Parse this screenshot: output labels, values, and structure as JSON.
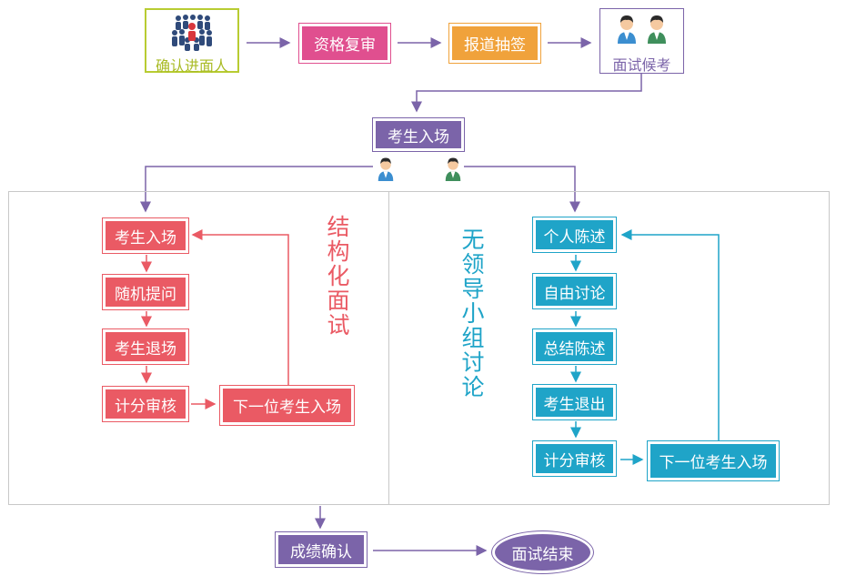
{
  "colors": {
    "purple": "#7b64a9",
    "pink": "#e04f8f",
    "orange": "#f0a23b",
    "lime": "#b8cc32",
    "red": "#ea5a64",
    "cyan": "#1fa4c8",
    "gray": "#c8c8c8"
  },
  "top_flow": {
    "confirm_label": "确认进面人",
    "qualification_label": "资格复审",
    "checkin_label": "报道抽签",
    "waiting_label": "面试候考"
  },
  "enter_label": "考生入场",
  "structured": {
    "title": "结构化面试",
    "steps": [
      "考生入场",
      "随机提问",
      "考生退场",
      "计分审核"
    ],
    "next_label": "下一位考生入场"
  },
  "leaderless": {
    "title": "无领导小组讨论",
    "steps": [
      "个人陈述",
      "自由讨论",
      "总结陈述",
      "考生退出",
      "计分审核"
    ],
    "next_label": "下一位考生入场"
  },
  "bottom": {
    "score_label": "成绩确认",
    "end_label": "面试结束"
  },
  "icons": [
    "crowd-icon",
    "person-blue-icon",
    "person-green-icon"
  ]
}
